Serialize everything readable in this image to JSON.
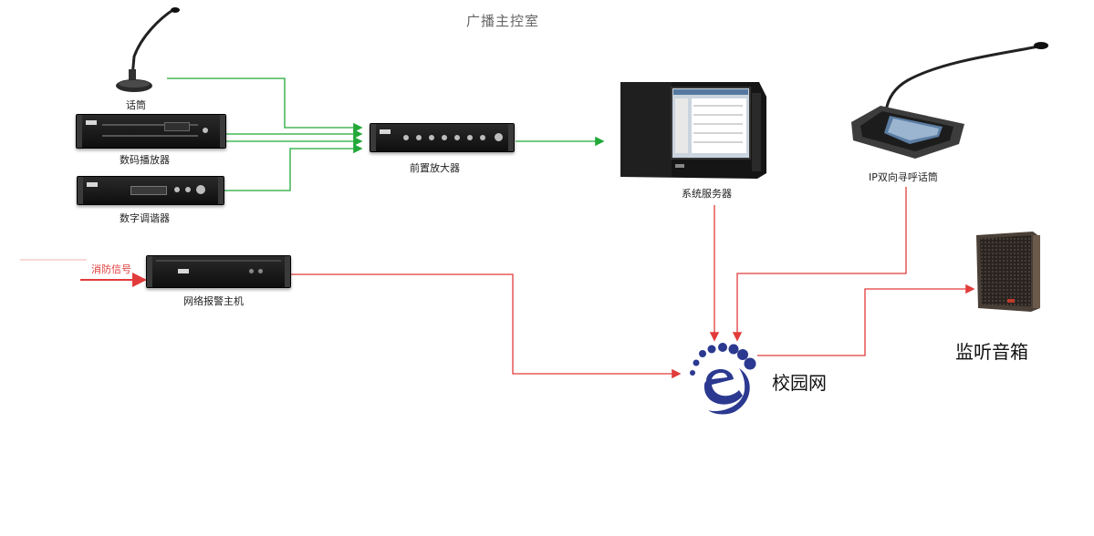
{
  "header": {
    "title": "广播主控室"
  },
  "devices": {
    "microphone": "话筒",
    "digital_player": "数码播放器",
    "tuner": "数字调谐器",
    "preamp": "前置放大器",
    "server": "系统服务器",
    "ip_paging": "IP双向寻呼话筒",
    "alarm_host": "网络报警主机",
    "fire_signal": "消防信号",
    "campus_network": "校园网",
    "monitor_speaker": "监听音箱"
  },
  "colors": {
    "green_line": "#21a838",
    "red_line": "#e23b3b",
    "logo_blue": "#2b3990"
  },
  "icons": {
    "microphone": "gooseneck-microphone-icon",
    "paging": "paging-console-icon",
    "network": "campus-network-logo-icon",
    "speaker": "speaker-box-icon"
  }
}
